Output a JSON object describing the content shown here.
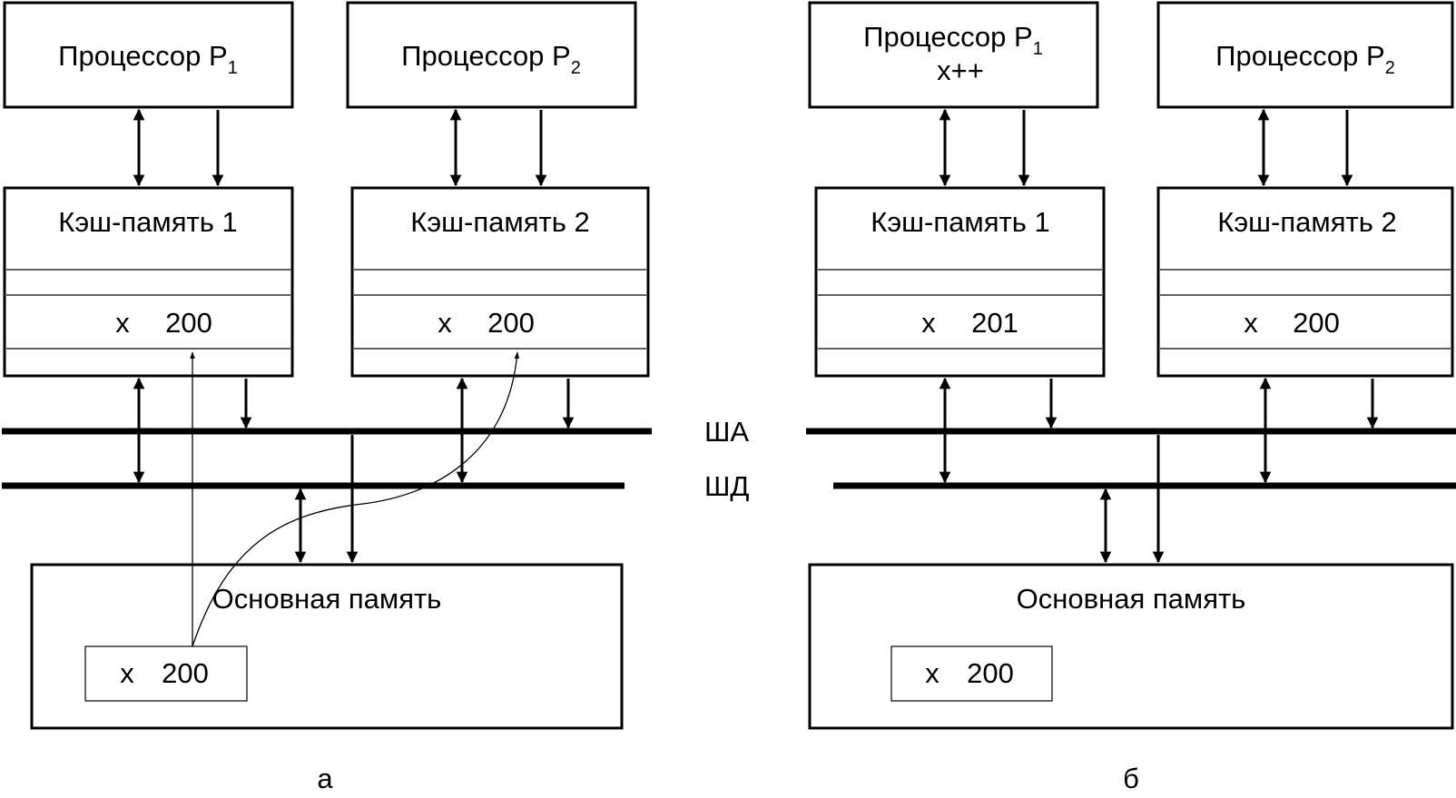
{
  "panel_a": {
    "proc1": {
      "label": "Процессор P",
      "sub": "1"
    },
    "proc2": {
      "label": "Процессор P",
      "sub": "2"
    },
    "cache1": {
      "title": "Кэш-память 1",
      "var": "x",
      "value": "200"
    },
    "cache2": {
      "title": "Кэш-память 2",
      "var": "x",
      "value": "200"
    },
    "memory": {
      "title": "Основная память",
      "var": "x",
      "value": "200"
    },
    "caption": "а"
  },
  "panel_b": {
    "proc1": {
      "label": "Процессор P",
      "sub": "1",
      "op": "x++"
    },
    "proc2": {
      "label": "Процессор P",
      "sub": "2"
    },
    "cache1": {
      "title": "Кэш-память 1",
      "var": "x",
      "value": "201"
    },
    "cache2": {
      "title": "Кэш-память 2",
      "var": "x",
      "value": "200"
    },
    "memory": {
      "title": "Основная память",
      "var": "x",
      "value": "200"
    },
    "caption": "б"
  },
  "buses": {
    "address": "ША",
    "data": "ШД"
  }
}
